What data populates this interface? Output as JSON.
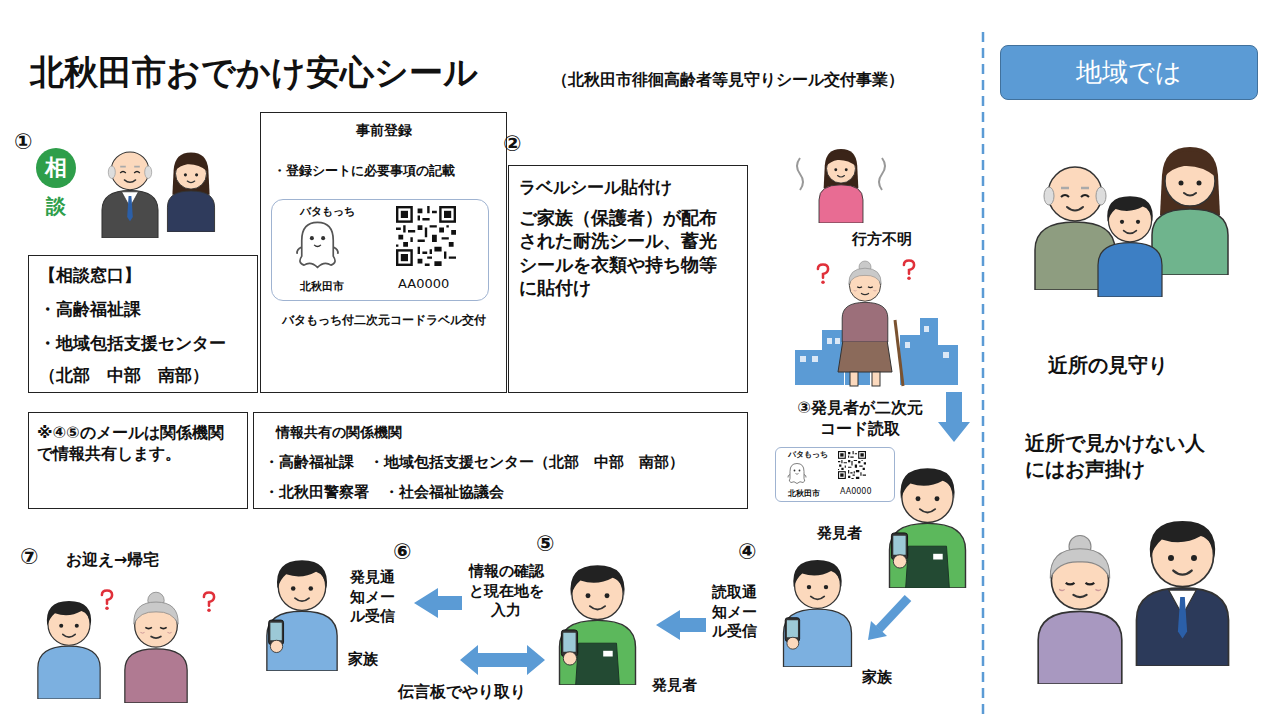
{
  "diagram": {
    "title": "北秋田市おでかけ安心シール",
    "nodes": [
      {
        "text": [
          "【相談窓口】",
          "・高齢福祉課",
          "・地域包括支援センター",
          "（北部　中部　南部）"
        ]
      },
      {
        "text": [
          "事前登録",
          "・登録シートに必要事項の記載",
          "バタもっち付二次元コードラベル交付"
        ]
      },
      {
        "text": [
          "バタもっち",
          "北秋田市",
          "AA0000"
        ],
        "in": 1
      },
      {
        "text": [
          "ラベルシール貼付け",
          "ご家族（保護者）が配布された耐洗シール、蓄光シールを衣類や持ち物等に貼付け"
        ]
      },
      {
        "text": [
          "※④⑤のメールは関係機関で情報共有します。"
        ]
      },
      {
        "text": [
          "情報共有の関係機関",
          "・高齢福祉課　・地域包括支援センター（北部　中部　南部）",
          "・北秋田警察署　・社会福祉協議会"
        ]
      },
      {
        "text": [
          "バタもっち",
          "北秋田市",
          "AA0000"
        ]
      },
      {
        "text": [
          "地域では"
        ]
      }
    ],
    "labels": [
      "（北秋田市徘徊高齢者等見守りシール交付事業）",
      "①",
      "相",
      "談",
      "②",
      "行方不明",
      "③発見者が二次元コード読取",
      "発見者",
      "④",
      "読取通知メール受信",
      "家族",
      "⑤",
      "情報の確認と現在地を入力",
      "発見者",
      "⑥",
      "発見通知メール受信",
      "家族",
      "伝言板でやり取り",
      "⑦",
      "お迎え→帰宅",
      "近所の見守り",
      "近所で見かけない人にはお声掛け"
    ]
  }
}
